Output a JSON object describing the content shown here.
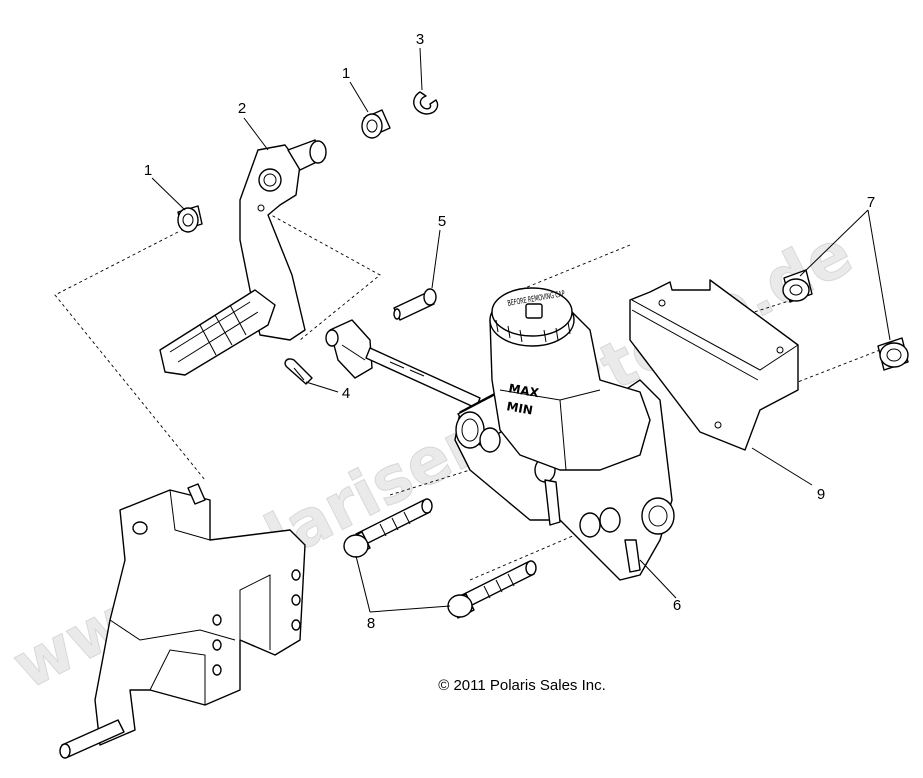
{
  "diagram": {
    "callouts": [
      "1",
      "2",
      "1",
      "3",
      "5",
      "4",
      "7",
      "9",
      "8",
      "6"
    ],
    "copyright": "© 2011 Polaris Sales Inc.",
    "watermark": "www.polarisersatzteile.de",
    "cap_text": "BEFORE REMOVING CAP",
    "body_text": [
      "MAX",
      "MIN"
    ]
  }
}
